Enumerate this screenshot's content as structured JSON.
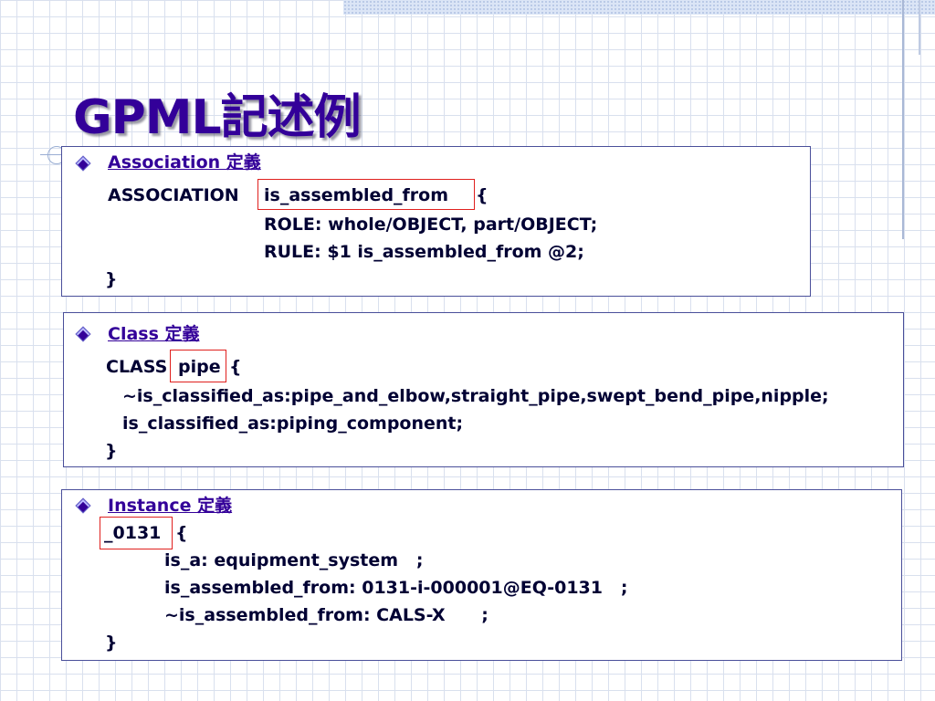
{
  "slide": {
    "title": "GPML記述例"
  },
  "association": {
    "heading": "Association 定義",
    "line1_prefix": "ASSOCIATION",
    "line1_name": "is_assembled_from",
    "line1_suffix": "{",
    "line2": "ROLE: whole/OBJECT, part/OBJECT;",
    "line3": "RULE: $1 is_assembled_from @2;",
    "closing": "}"
  },
  "class_def": {
    "heading": "Class 定義",
    "line1_prefix": "CLASS",
    "line1_name": "pipe",
    "line1_suffix": "{",
    "line2": "~is_classified_as:pipe_and_elbow,straight_pipe,swept_bend_pipe,nipple;",
    "line3": "is_classified_as:piping_component;",
    "closing": "}"
  },
  "instance": {
    "heading": "Instance 定義",
    "line1_name": "_0131",
    "line1_suffix": "{",
    "line2": "is_a: equipment_system   ;",
    "line3": "is_assembled_from: 0131-i-000001@EQ-0131   ;",
    "line4": "~is_assembled_from: CALS-X      ;",
    "closing": "}"
  },
  "colors": {
    "title": "#330099",
    "highlight_box": "#e0201e",
    "frame_border": "#4a4f9a"
  }
}
